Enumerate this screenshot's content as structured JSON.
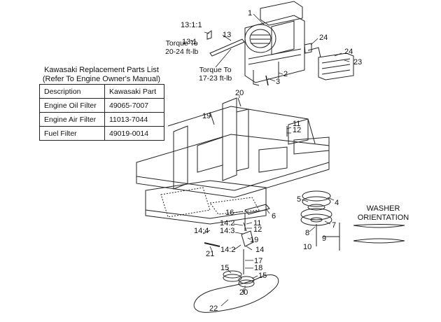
{
  "parts_list": {
    "title_line1": "Kawasaki Replacement Parts List",
    "title_line2": "(Refer To Engine Owner's Manual)",
    "headers": [
      "Description",
      "Kawasaki Part"
    ],
    "rows": [
      {
        "description": "Engine Oil Filter",
        "part": "49065-7007"
      },
      {
        "description": "Engine Air Filter",
        "part": "11013-7044"
      },
      {
        "description": "Fuel Filter",
        "part": "49019-0014"
      }
    ]
  },
  "notes": {
    "torque_upper_1": "Torque To",
    "torque_upper_2": "20-24 ft-lb",
    "torque_lower_1": "Torque To",
    "torque_lower_2": "17-23 ft-lb",
    "washer_1": "WASHER",
    "washer_2": "ORIENTATION"
  },
  "callouts": {
    "c1": "1",
    "c2": "2",
    "c3": "3",
    "c4": "4",
    "c5": "5",
    "c6": "6",
    "c7": "7",
    "c8": "8",
    "c9": "9",
    "c10": "10",
    "c11a": "11",
    "c11b": "11",
    "c12a": "12",
    "c12b": "12",
    "c13": "13",
    "c13_1": "13:1",
    "c13_1_1": "13:1:1",
    "c14": "14",
    "c14_2a": "14:2",
    "c14_2b": "14:2",
    "c14_3": "14:3",
    "c14_4": "14:4",
    "c15a": "15",
    "c15b": "15",
    "c16": "16",
    "c17": "17",
    "c18": "18",
    "c19a": "19",
    "c19b": "19",
    "c20a": "20",
    "c20b": "20",
    "c21": "21",
    "c22": "22",
    "c23": "23",
    "c24a": "24",
    "c24b": "24"
  }
}
